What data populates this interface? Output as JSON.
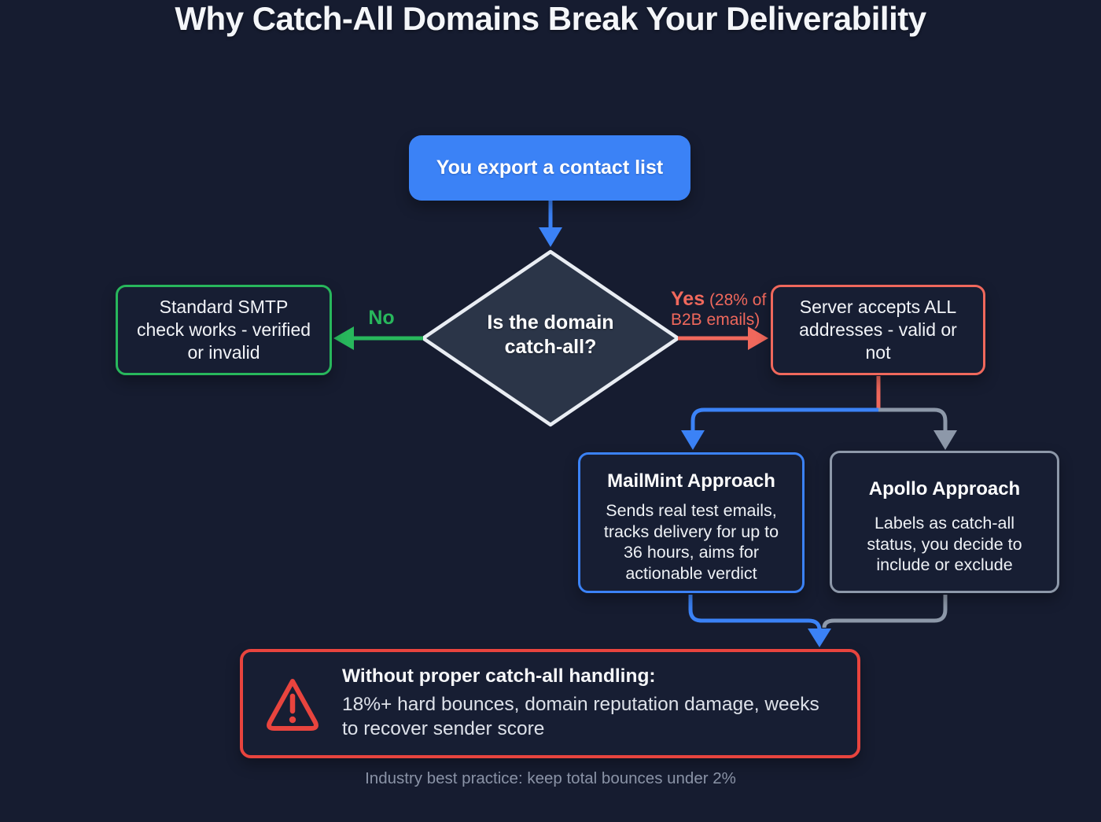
{
  "title": "Why Catch-All Domains Break Your Deliverability",
  "colors": {
    "background": "#161c30",
    "blue": "#3b82f6",
    "green": "#28b75c",
    "salmon": "#f0685c",
    "gray": "#8d98a9",
    "red": "#e8443e",
    "diamond_fill": "#2b3548",
    "diamond_stroke": "#e9edf3"
  },
  "flow": {
    "start": {
      "label": "You export a contact list"
    },
    "decision": {
      "lines": [
        "Is the domain",
        "catch-all?"
      ]
    },
    "no_branch": {
      "label": "No",
      "box_lines": [
        "Standard SMTP",
        "check works - verified",
        "or invalid"
      ]
    },
    "yes_branch": {
      "label_bold": "Yes",
      "label_rest": " (28% of B2B emails)",
      "box_lines": [
        "Server accepts ALL",
        "addresses - valid or",
        "not"
      ]
    },
    "mailmint": {
      "title": "MailMint Approach",
      "body_lines": [
        "Sends real test emails,",
        "tracks delivery for up to",
        "36 hours, aims for",
        "actionable verdict"
      ]
    },
    "apollo": {
      "title": "Apollo Approach",
      "body_lines": [
        "Labels as catch-all",
        "status, you decide to",
        "include or exclude"
      ]
    },
    "warning": {
      "heading": "Without proper catch-all handling:",
      "body_lines": [
        "18%+ hard bounces, domain reputation damage, weeks",
        "to recover sender score"
      ],
      "icon": "warning-triangle-icon"
    },
    "footnote": "Industry best practice: keep total bounces under 2%"
  }
}
